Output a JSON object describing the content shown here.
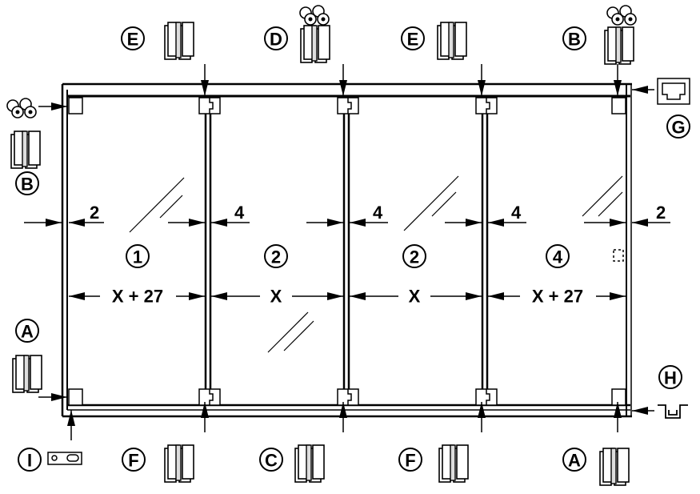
{
  "hardware_labels": {
    "top_left_E": "E",
    "top_D": "D",
    "top_right_E": "E",
    "top_right_B": "B",
    "left_B": "B",
    "right_G": "G",
    "left_A": "A",
    "right_H": "H",
    "bottom_I": "I",
    "bottom_left_F": "F",
    "bottom_C": "C",
    "bottom_right_F": "F",
    "bottom_right_A": "A"
  },
  "panel_numbers": [
    "1",
    "2",
    "2",
    "4"
  ],
  "gaps": [
    "2",
    "4",
    "4",
    "4",
    "2"
  ],
  "widths": [
    "X + 27",
    "X",
    "X",
    "X + 27"
  ],
  "colors": {
    "line": "#000000",
    "background": "#ffffff"
  }
}
